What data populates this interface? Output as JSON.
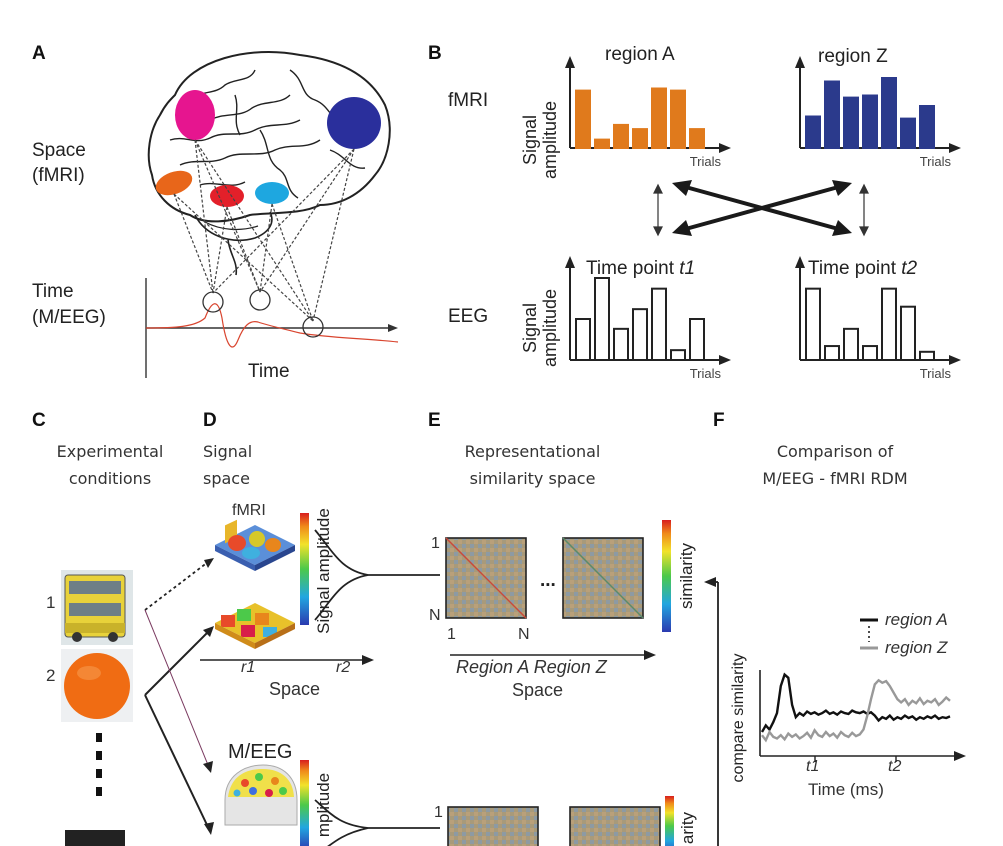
{
  "panels": {
    "a": "A",
    "b": "B",
    "c": "C",
    "d": "D",
    "e": "E",
    "f": "F"
  },
  "panel_a": {
    "space_label": "Space",
    "space_sub": "(fMRI)",
    "time_label": "Time",
    "time_sub": "(M/EEG)",
    "x_axis": "Time"
  },
  "panel_b": {
    "fmri_label": "fMRI",
    "eeg_label": "EEG",
    "y_axis_line1": "Signal",
    "y_axis_line2": "amplitude",
    "trials": "Trials",
    "region_a": "region A",
    "region_z": "region Z",
    "time_point_prefix": "Time point ",
    "t1": "t1",
    "t2": "t2"
  },
  "panel_c": {
    "title_line1": "Experimental",
    "title_line2": "conditions",
    "item1": "1",
    "item2": "2"
  },
  "panel_d": {
    "title_line1": "Signal",
    "title_line2": "space",
    "fmri": "fMRI",
    "meeg": "M/EEG",
    "colorbar_label": "Signal amplitude",
    "colorbar_label_cut": "mplitude",
    "r1": "r1",
    "r2": "r2",
    "space": "Space"
  },
  "panel_e": {
    "title_line1": "Representational",
    "title_line2": "similarity space",
    "one": "1",
    "n": "N",
    "ellipsis": "...",
    "regions": "Region A Region Z",
    "space": "Space",
    "colorbar_label": "similarity",
    "colorbar_label_cut": "arity"
  },
  "panel_f": {
    "title_line1": "Comparison of",
    "title_line2": "M/EEG - fMRI RDM",
    "legend_a": "region A",
    "legend_z": "region Z",
    "y_axis": "compare similarity",
    "t1": "t1",
    "t2": "t2",
    "x_axis": "Time (ms)"
  },
  "chart_data": [
    {
      "type": "bar",
      "title": "region A",
      "panel": "B fMRI",
      "xlabel": "Trials",
      "ylabel": "Signal amplitude",
      "values": [
        0.82,
        0.12,
        0.33,
        0.27,
        0.85,
        0.82,
        0.27
      ],
      "color": "#e07a1c"
    },
    {
      "type": "bar",
      "title": "region Z",
      "panel": "B fMRI",
      "xlabel": "Trials",
      "ylabel": "Signal amplitude",
      "values": [
        0.45,
        0.95,
        0.72,
        0.75,
        1.0,
        0.42,
        0.6
      ],
      "color": "#2b3a8c"
    },
    {
      "type": "bar",
      "title": "Time point t1",
      "panel": "B EEG",
      "xlabel": "Trials",
      "ylabel": "Signal amplitude",
      "values": [
        0.5,
        1.0,
        0.38,
        0.62,
        0.87,
        0.12,
        0.5
      ],
      "color": "#ffffff"
    },
    {
      "type": "bar",
      "title": "Time point t2",
      "panel": "B EEG",
      "xlabel": "Trials",
      "ylabel": "Signal amplitude",
      "values": [
        0.87,
        0.17,
        0.38,
        0.17,
        0.87,
        0.65,
        0.1
      ],
      "color": "#ffffff"
    },
    {
      "type": "line",
      "panel": "F",
      "xlabel": "Time (ms)",
      "ylabel": "compare similarity",
      "x": [
        0,
        1,
        2,
        3,
        4,
        5,
        6,
        7,
        8,
        9,
        10,
        11,
        12,
        13,
        14,
        15,
        16,
        17,
        18,
        19,
        20,
        21,
        22,
        23,
        24,
        25,
        26,
        27,
        28,
        29,
        30,
        31,
        32,
        33,
        34,
        35,
        36,
        37,
        38,
        39,
        40,
        41,
        42,
        43,
        44,
        45,
        46,
        47,
        48,
        49,
        50
      ],
      "series": [
        {
          "name": "region A",
          "color": "#111111",
          "values": [
            0.22,
            0.3,
            0.25,
            0.34,
            0.45,
            0.78,
            0.92,
            0.88,
            0.55,
            0.4,
            0.45,
            0.42,
            0.47,
            0.44,
            0.46,
            0.43,
            0.45,
            0.48,
            0.44,
            0.46,
            0.43,
            0.47,
            0.45,
            0.44,
            0.48,
            0.46,
            0.45,
            0.47,
            0.44,
            0.46,
            0.42,
            0.36,
            0.4,
            0.38,
            0.42,
            0.37,
            0.4,
            0.38,
            0.42,
            0.39,
            0.41,
            0.37,
            0.4,
            0.38,
            0.41,
            0.39,
            0.42,
            0.38,
            0.4,
            0.39,
            0.41
          ]
        },
        {
          "name": "region Z",
          "color": "#999999",
          "values": [
            0.18,
            0.12,
            0.22,
            0.16,
            0.14,
            0.18,
            0.13,
            0.2,
            0.16,
            0.19,
            0.14,
            0.17,
            0.21,
            0.15,
            0.24,
            0.18,
            0.16,
            0.22,
            0.17,
            0.2,
            0.15,
            0.22,
            0.18,
            0.16,
            0.21,
            0.17,
            0.19,
            0.25,
            0.42,
            0.62,
            0.8,
            0.85,
            0.82,
            0.84,
            0.78,
            0.7,
            0.62,
            0.58,
            0.62,
            0.55,
            0.6,
            0.57,
            0.63,
            0.56,
            0.6,
            0.58,
            0.62,
            0.55,
            0.59,
            0.64,
            0.6
          ]
        }
      ],
      "ticks": [
        "t1",
        "t2"
      ]
    }
  ]
}
